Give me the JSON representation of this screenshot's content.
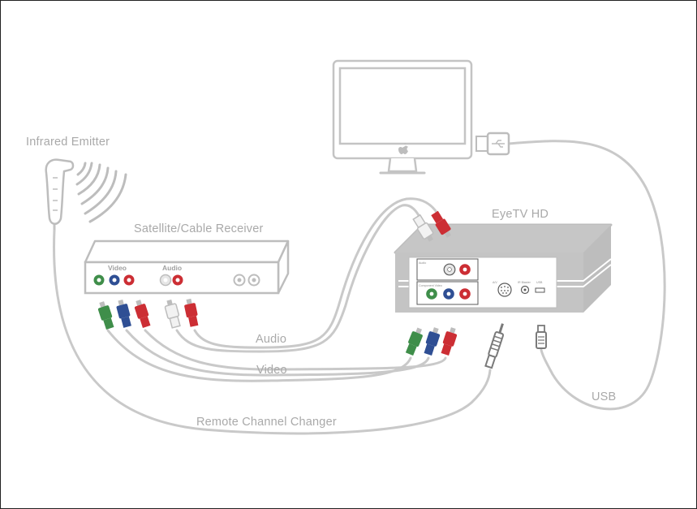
{
  "labels": {
    "infrared_emitter": "Infrared Emitter",
    "receiver": "Satellite/Cable Receiver",
    "eyetv": "EyeTV HD",
    "audio_cable": "Audio",
    "video_cable": "Video",
    "usb_cable": "USB",
    "remote_cable": "Remote Channel Changer"
  },
  "receiver_panel": {
    "video_label": "Video",
    "audio_label": "Audio"
  },
  "eyetv_panel": {
    "audio_label": "Audio",
    "component_label": "Component Video",
    "av_label": "A/V",
    "ir_label": "IR Blaster",
    "usb_label": "USB"
  },
  "colors": {
    "line_gray": "#c9c9c9",
    "device_gray": "#bdbdbd",
    "label_gray": "#a9a9a9",
    "green": "#3f8e4a",
    "blue": "#2f4f94",
    "red": "#cc2e34",
    "white": "#f2f2f2"
  }
}
